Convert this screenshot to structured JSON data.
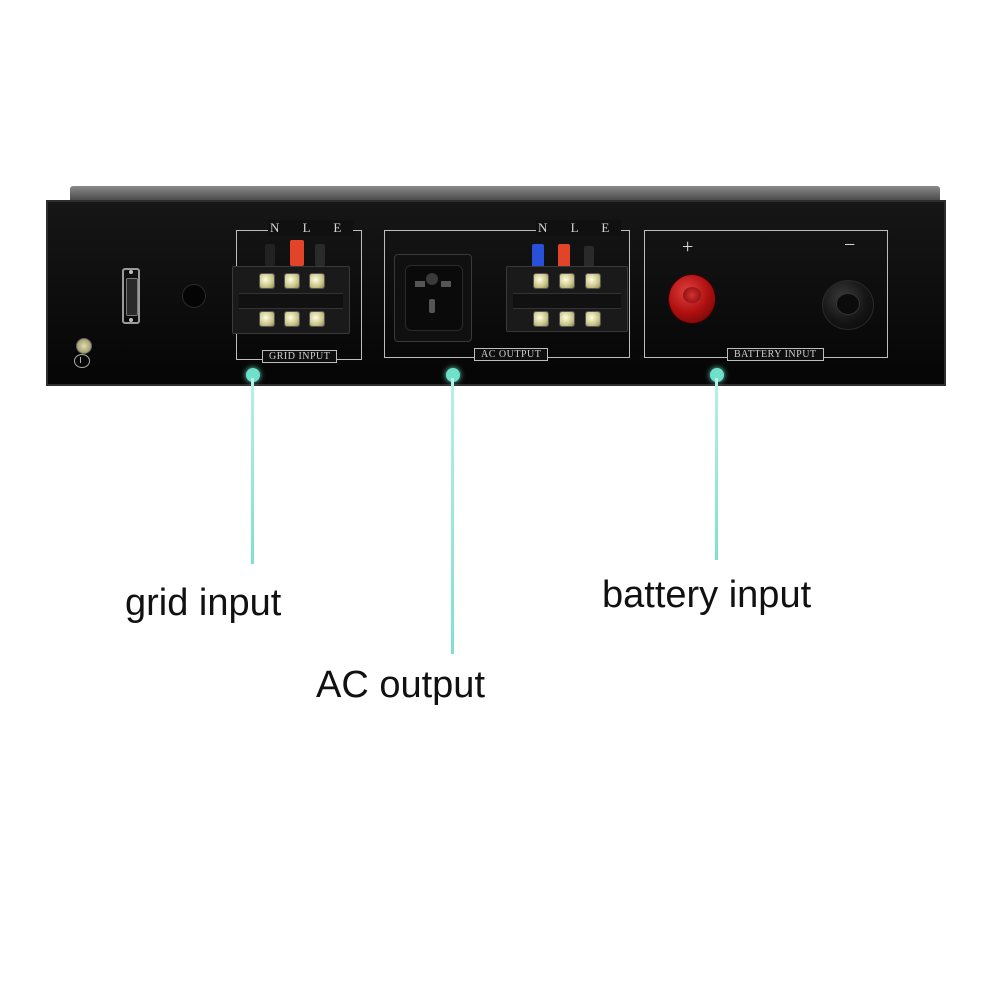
{
  "panel": {
    "grid_box": {
      "terminals": "N L E",
      "label": "GRID INPUT"
    },
    "ac_box": {
      "terminals": "N L E",
      "label": "AC OUTPUT"
    },
    "battery_box": {
      "plus": "+",
      "minus": "−",
      "label": "BATTERY INPUT"
    }
  },
  "callouts": {
    "grid": "grid input",
    "ac": "AC output",
    "battery": "battery input"
  },
  "colors": {
    "callout_accent": "#6fe0c9",
    "panel": "#111111",
    "wire_red": "#e2442a",
    "wire_blue": "#2a4fd8",
    "battery_terminal_red": "#c41616"
  }
}
